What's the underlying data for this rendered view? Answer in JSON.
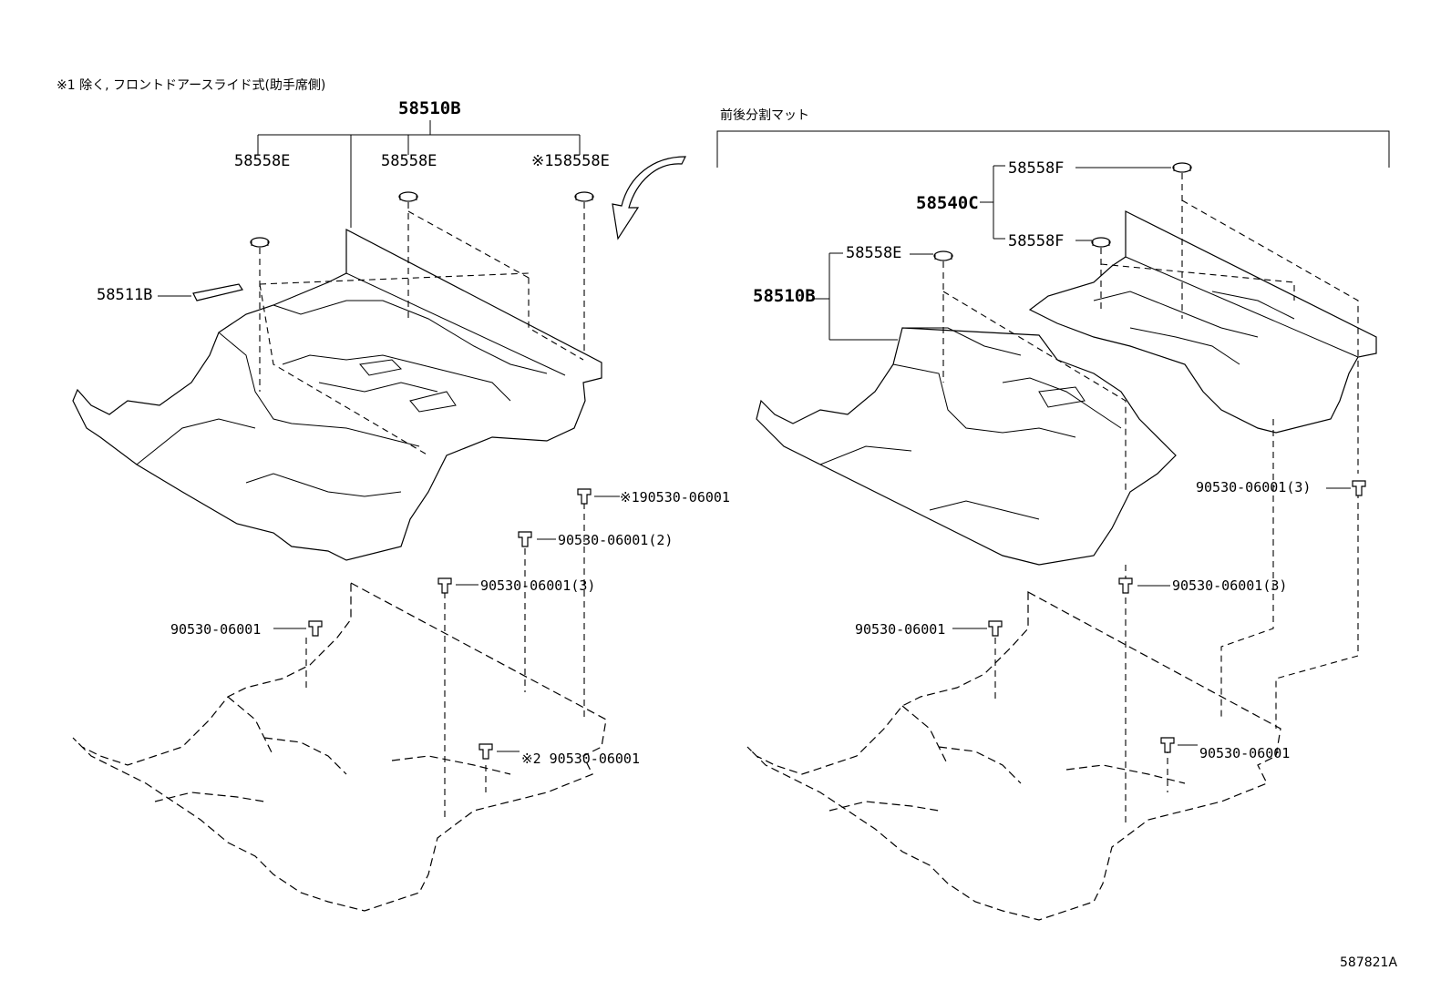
{
  "notes": {
    "left_note": "※1 除く, フロントドアースライド式(助手席側)",
    "right_note": "前後分割マット",
    "figure_code": "587821A"
  },
  "left": {
    "assy": "58510B",
    "plug_a": "58558E",
    "plug_b": "58558E",
    "plug_c": "※158558E",
    "pad": "58511B",
    "clip_1": "※190530-06001",
    "clip_2": "90530-06001(2)",
    "clip_3": "90530-06001(3)",
    "clip_4": "90530-06001",
    "clip_5": "※2 90530-06001"
  },
  "right": {
    "rear_assy": "58540C",
    "plug_f1": "58558F",
    "plug_f2": "58558F",
    "plug_e": "58558E",
    "assy": "58510B",
    "clip_1": "90530-06001(3)",
    "clip_2": "90530-06001(3)",
    "clip_3": "90530-06001",
    "clip_4": "90530-06001"
  },
  "icons": [
    "curved-arrow-icon",
    "clip-icon",
    "plug-icon"
  ]
}
